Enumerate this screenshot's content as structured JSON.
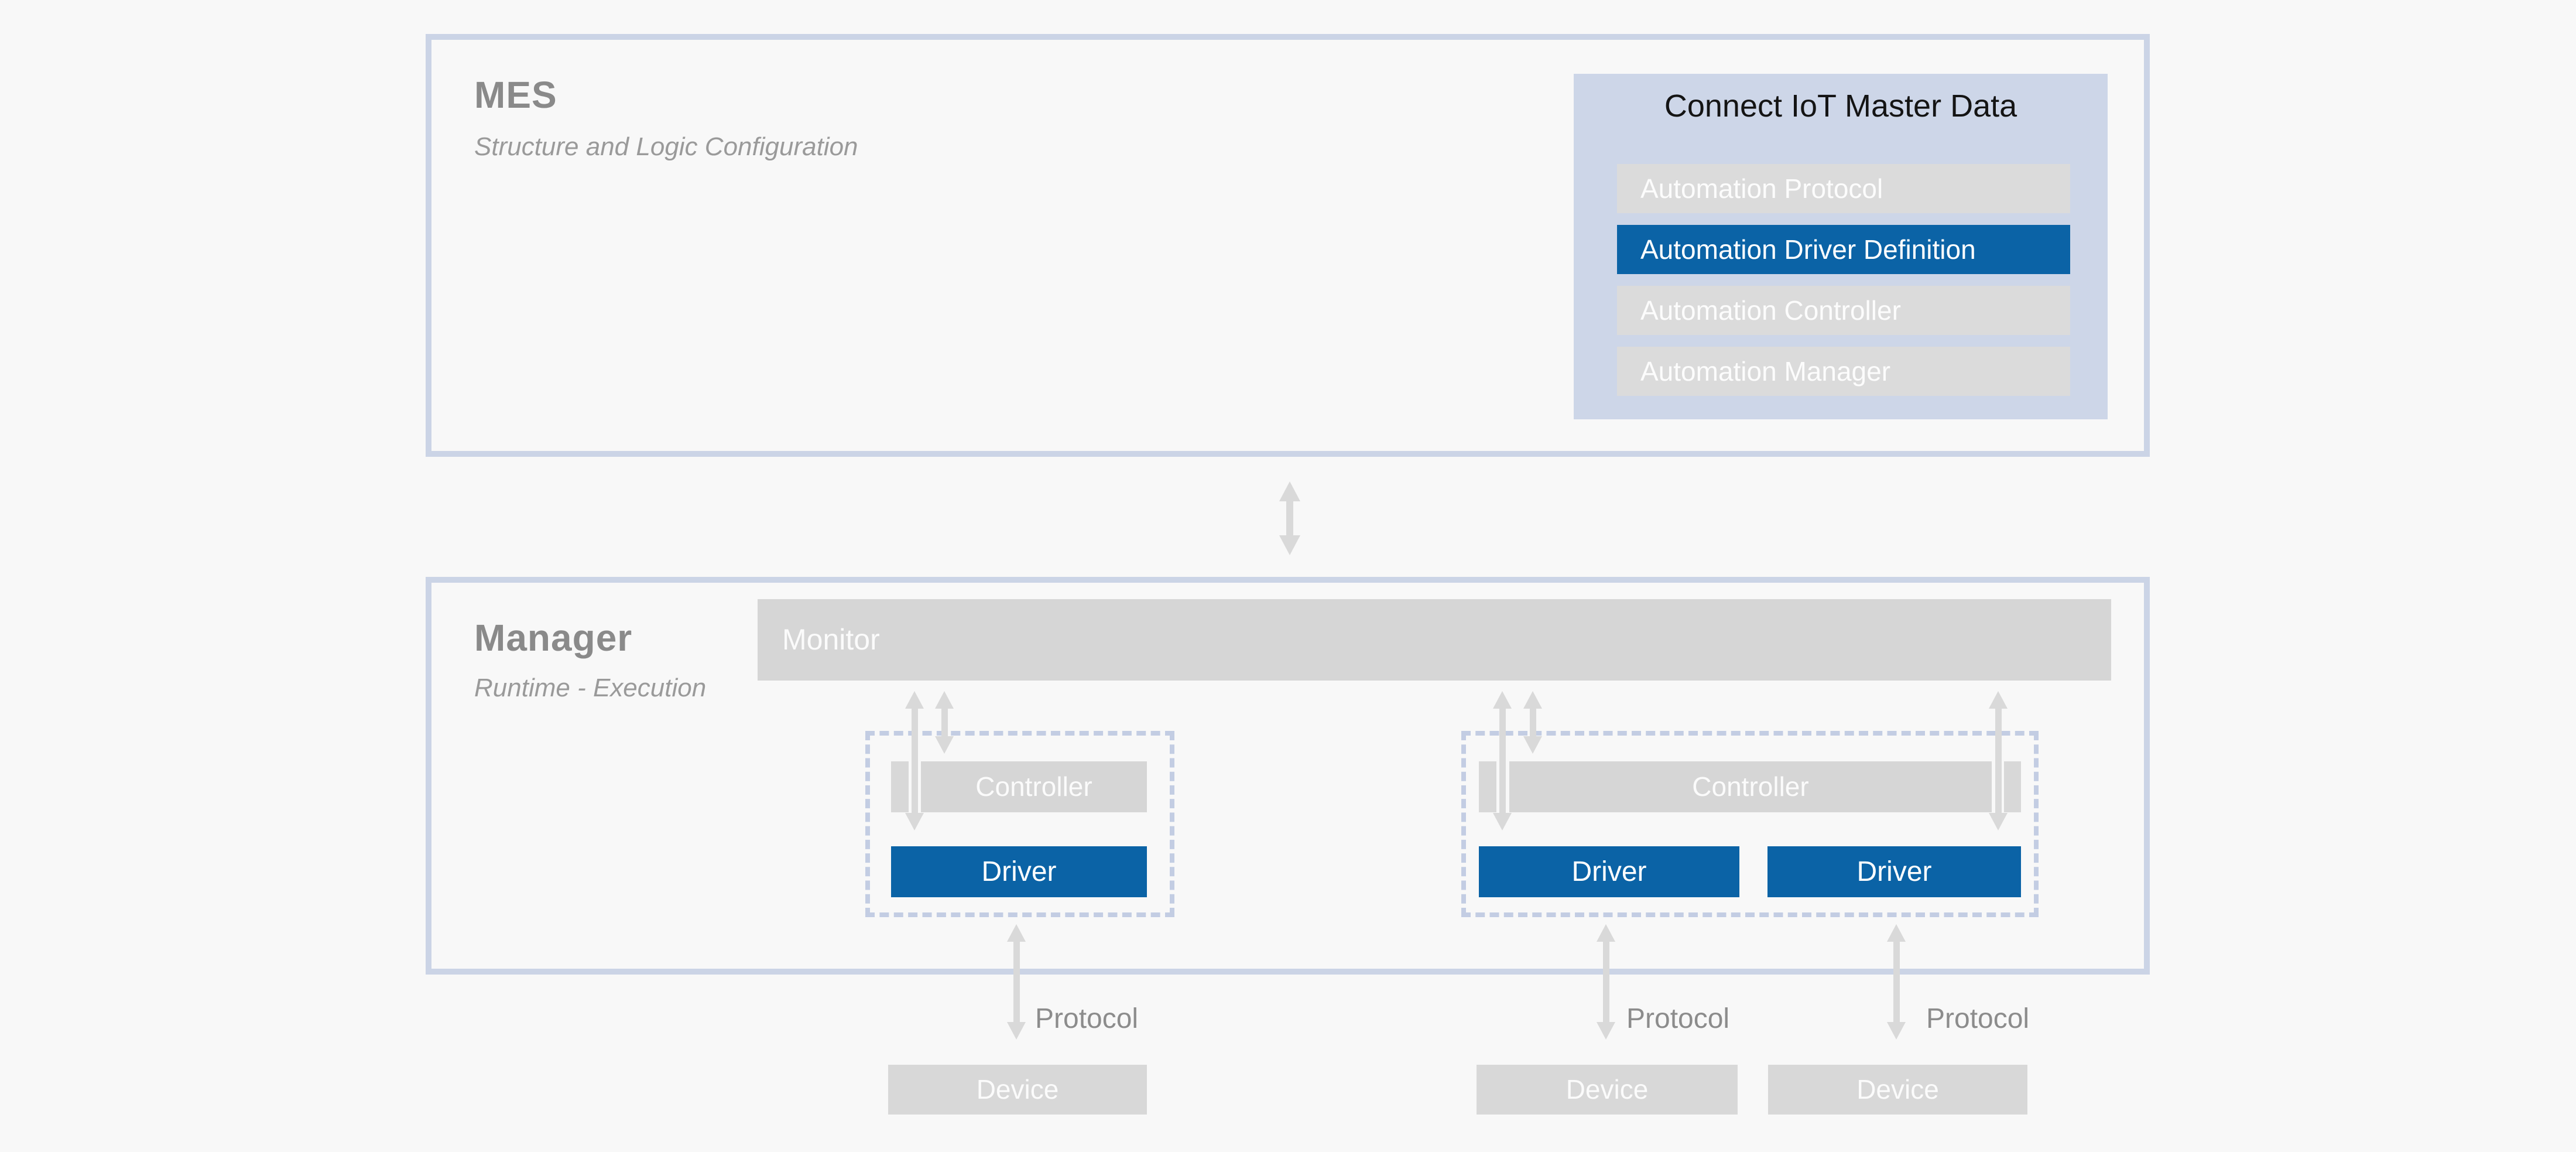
{
  "mes_box": {
    "title": "MES",
    "subtitle": "Structure and Logic Configuration"
  },
  "master_data_panel": {
    "title": "Connect IoT Master Data",
    "items": [
      {
        "label": "Automation Protocol",
        "highlighted": false
      },
      {
        "label": "Automation Driver Definition",
        "highlighted": true
      },
      {
        "label": "Automation Controller",
        "highlighted": false
      },
      {
        "label": "Automation Manager",
        "highlighted": false
      }
    ]
  },
  "manager_box": {
    "title": "Manager",
    "subtitle": "Runtime - Execution",
    "monitor_label": "Monitor",
    "groups": [
      {
        "controller_label": "Controller",
        "drivers": [
          "Driver"
        ]
      },
      {
        "controller_label": "Controller",
        "drivers": [
          "Driver",
          "Driver"
        ]
      }
    ]
  },
  "protocol_labels": [
    "Protocol",
    "Protocol",
    "Protocol"
  ],
  "device_labels": [
    "Device",
    "Device",
    "Device"
  ],
  "colors": {
    "background": "#F8F8F8",
    "frame_border": "#CBD4E6",
    "dashed_border": "#C3CDE3",
    "panel_blue": "#CDD6E8",
    "accent_blue": "#0B63A6",
    "bar_gray": "#D6D6D6",
    "row_gray": "#DBDBDB",
    "arrow_gray": "#D9D9D9",
    "title_gray": "#8A8A8A"
  }
}
